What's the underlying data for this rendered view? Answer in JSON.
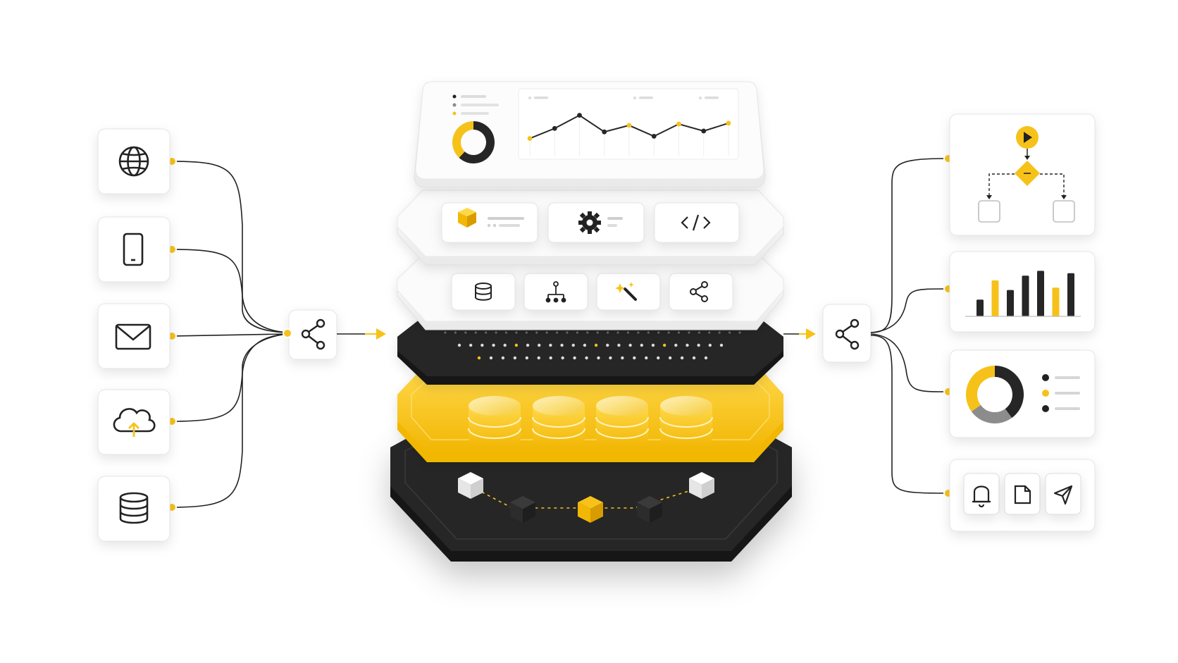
{
  "colors": {
    "accent": "#f6c21a",
    "dark": "#262626",
    "darker": "#161616",
    "card": "#ffffff",
    "card_border": "#e4e4e4",
    "line": "#222222",
    "muted": "#d6d6d6",
    "gray": "#8c8c8c"
  },
  "sources": {
    "icons": [
      "globe-icon",
      "mobile-phone-icon",
      "mail-icon",
      "cloud-upload-icon",
      "database-icon"
    ]
  },
  "hubs": {
    "icon": "share-nodes-icon"
  },
  "layers": {
    "dashboard": {
      "donut_values": [
        0.62,
        0.38
      ],
      "line_series": [
        0.25,
        0.48,
        0.78,
        0.4,
        0.55,
        0.3,
        0.58,
        0.42,
        0.6
      ]
    },
    "services": {
      "icons": [
        "cube-icon",
        "gear-icon",
        "code-icon"
      ]
    },
    "tools": {
      "icons": [
        "database-icon",
        "hierarchy-icon",
        "magic-wand-icon",
        "share-nodes-icon"
      ]
    },
    "storage": {
      "cylinder_count": 4
    },
    "base": {
      "icons": [
        "cube-node-icon",
        "cube-node-icon",
        "cube-node-icon",
        "cube-node-icon",
        "cube-node-icon"
      ]
    }
  },
  "outputs": {
    "flow": {
      "icons": [
        "play-icon",
        "decision-diamond-icon"
      ]
    },
    "bar_chart": {
      "values": [
        0.35,
        0.75,
        0.55,
        0.85,
        0.95,
        0.6,
        0.9
      ],
      "highlight": [
        1,
        5
      ]
    },
    "donut": {
      "values": [
        0.4,
        0.25,
        0.35
      ]
    },
    "actions": {
      "icons": [
        "bell-icon",
        "document-icon",
        "send-icon"
      ]
    }
  }
}
